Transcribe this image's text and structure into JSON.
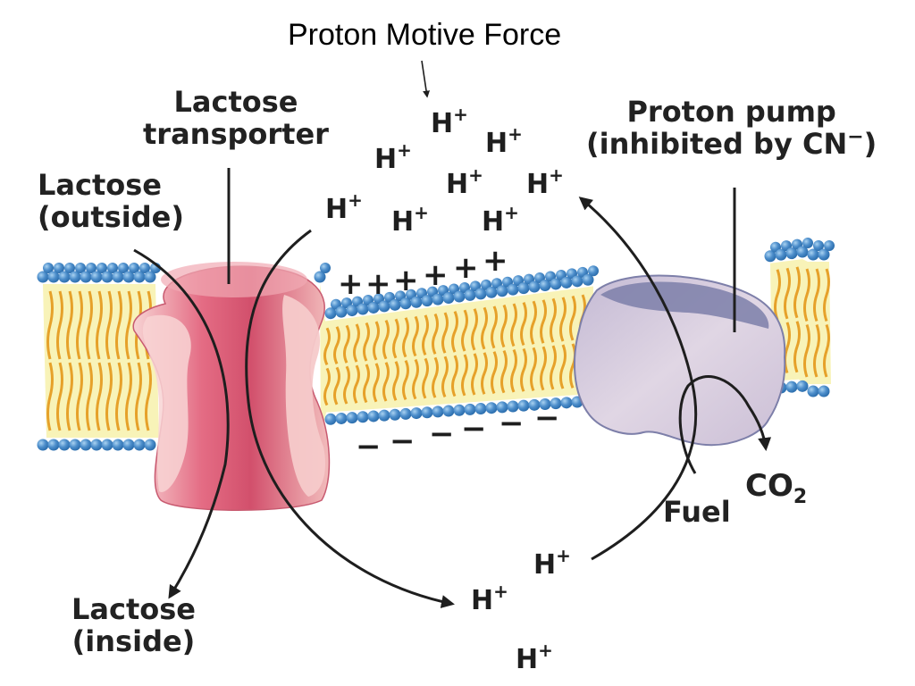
{
  "title": "Proton Motive Force",
  "labels": {
    "lactose_transporter": [
      "Lactose",
      "transporter"
    ],
    "lactose_outside": [
      "Lactose",
      "(outside)"
    ],
    "lactose_inside": [
      "Lactose",
      "(inside)"
    ],
    "proton_pump_line1": "Proton pump",
    "proton_pump_line2": "(inhibited by CN",
    "proton_pump_minus": "−",
    "proton_pump_close": ")",
    "fuel": "Fuel",
    "co2_main": "CO",
    "co2_sub": "2"
  },
  "ion": {
    "base": "H",
    "charge": "+"
  },
  "charges": {
    "plus": "+",
    "minus": "−"
  },
  "colors": {
    "head": "#4d8ecb",
    "head_light": "#a9d2f1",
    "head_dark": "#2d6fae",
    "tail": "#e6a12a",
    "core": "#f8f3b8",
    "transporter": "#e46c84",
    "transporter_light": "#f5c8c8",
    "pump": "#d8cddd",
    "pump_dark": "#7d7fa9",
    "arrow": "#1e1e1e"
  }
}
